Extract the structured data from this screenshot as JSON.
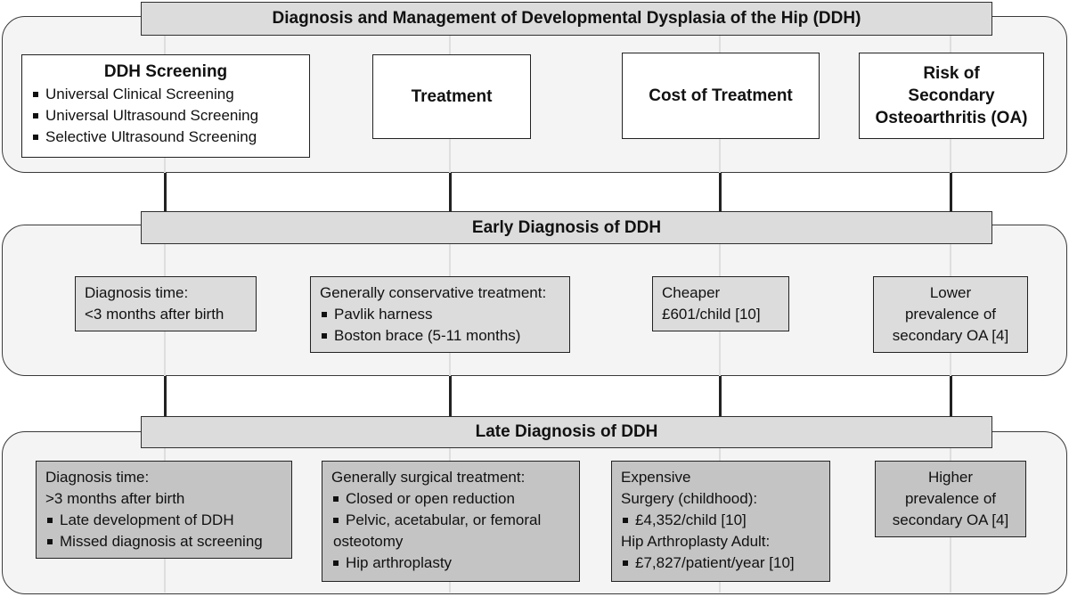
{
  "main_title": "Diagnosis and Management of Developmental Dysplasia of the Hip (DDH)",
  "top_boxes": {
    "screening": {
      "title": "DDH Screening",
      "items": [
        "Universal Clinical Screening",
        "Universal Ultrasound Screening",
        "Selective Ultrasound Screening"
      ]
    },
    "treatment": {
      "title": "Treatment"
    },
    "cost": {
      "title": "Cost of Treatment"
    },
    "risk": {
      "title_lines": [
        "Risk of",
        "Secondary",
        "Osteoarthritis (OA)"
      ]
    }
  },
  "early": {
    "title": "Early Diagnosis of DDH",
    "diagnosis": {
      "lines": [
        "Diagnosis time:",
        "<3 months after birth"
      ]
    },
    "treatment": {
      "heading": "Generally conservative treatment:",
      "items": [
        "Pavlik harness",
        "Boston brace (5-11 months)"
      ]
    },
    "cost": {
      "lines": [
        "Cheaper",
        "£601/child [10]"
      ]
    },
    "oa": {
      "lines": [
        "Lower",
        "prevalence of",
        "secondary OA [4]"
      ]
    }
  },
  "late": {
    "title": "Late Diagnosis of DDH",
    "diagnosis": {
      "lines": [
        "Diagnosis time:",
        ">3 months after birth"
      ],
      "items": [
        "Late development of DDH",
        "Missed diagnosis at screening"
      ]
    },
    "treatment": {
      "heading": "Generally surgical treatment:",
      "items": [
        "Closed or open reduction",
        "Pelvic, acetabular, or femoral",
        "osteotomy",
        "Hip arthroplasty"
      ]
    },
    "cost": {
      "line1": "Expensive",
      "line2": "Surgery (childhood):",
      "item1": "£4,352/child [10]",
      "line3": "Hip Arthroplasty Adult:",
      "item2": "£7,827/patient/year [10]"
    },
    "oa": {
      "lines": [
        "Higher",
        "prevalence of",
        "secondary OA [4]"
      ]
    }
  }
}
